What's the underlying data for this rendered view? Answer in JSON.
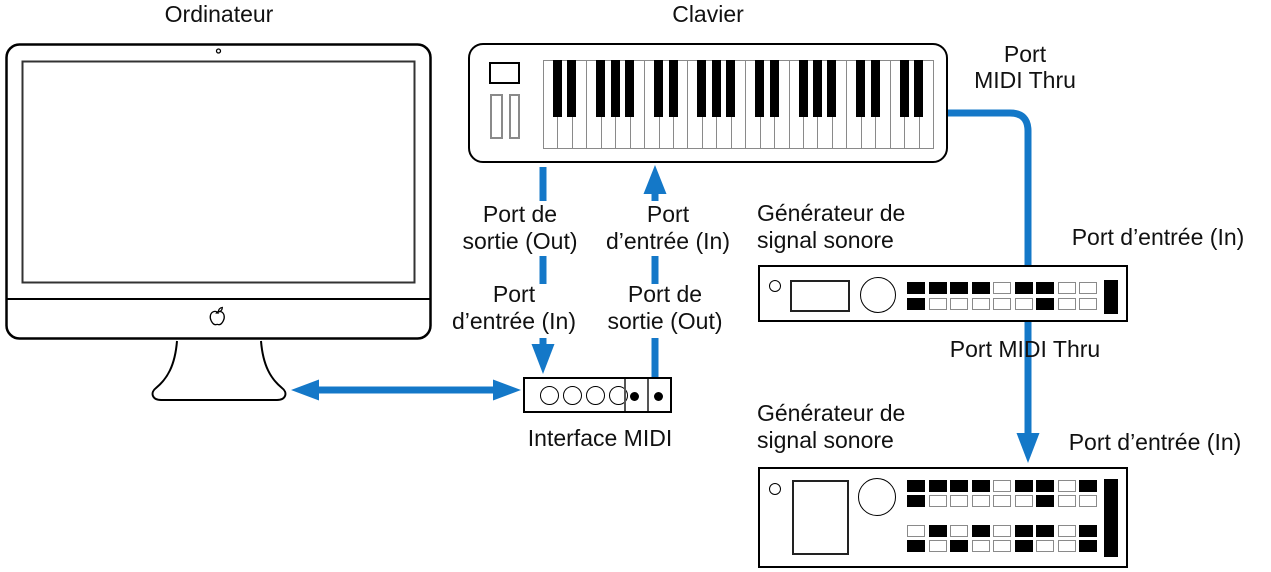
{
  "colors": {
    "accent_blue": "#1478C8",
    "outline": "#000000",
    "key_border": "#8a8a8a"
  },
  "computer": {
    "label": "Ordinateur"
  },
  "keyboard": {
    "label": "Clavier",
    "white_keys": 27,
    "black_key_pattern": [
      0,
      1,
      3,
      4,
      5
    ]
  },
  "interface": {
    "label": "Interface MIDI",
    "port_circles": 4,
    "indicator_dots": 2
  },
  "arrow_labels": {
    "kb_out_line1": "Port de",
    "kb_out_line2": "sortie (Out)",
    "kb_in_line1": "Port",
    "kb_in_line2": "d’entrée (In)",
    "if_in_line1": "Port",
    "if_in_line2": "d’entrée (In)",
    "if_out_line1": "Port de",
    "if_out_line2": "sortie (Out)",
    "thru_top_line1": "Port",
    "thru_top_line2": "MIDI Thru",
    "thru_mid": "Port MIDI Thru"
  },
  "modules": [
    {
      "name_line1": "Générateur de",
      "name_line2": "signal sonore",
      "port_label": "Port d’entrée (In)",
      "button_rows": [
        "111101100",
        "100000100"
      ]
    },
    {
      "name_line1": "Générateur de",
      "name_line2": "signal sonore",
      "port_label": "Port d’entrée (In)",
      "button_rows": [
        "111101101",
        "100000100",
        "010101101",
        "101001001"
      ]
    }
  ]
}
